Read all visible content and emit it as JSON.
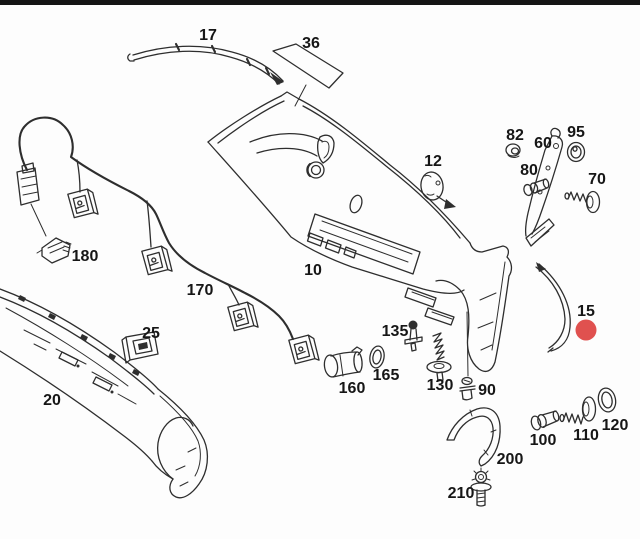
{
  "diagram": {
    "background": "#fdfdfd",
    "line_color": "#2e2e2e",
    "top_bar_color": "#151515"
  },
  "part_labels": {
    "p17": "17",
    "p36": "36",
    "p12": "12",
    "p82": "82",
    "p60": "60",
    "p95": "95",
    "p80": "80",
    "p70": "70",
    "p10": "10",
    "p180": "180",
    "p170": "170",
    "p25": "25",
    "p20": "20",
    "p135": "135",
    "p160": "160",
    "p165": "165",
    "p130": "130",
    "p90": "90",
    "p15": "15",
    "p100": "100",
    "p110": "110",
    "p120": "120",
    "p200": "200",
    "p210": "210"
  },
  "highlight": {
    "part": "15",
    "color": "#e0514f"
  }
}
